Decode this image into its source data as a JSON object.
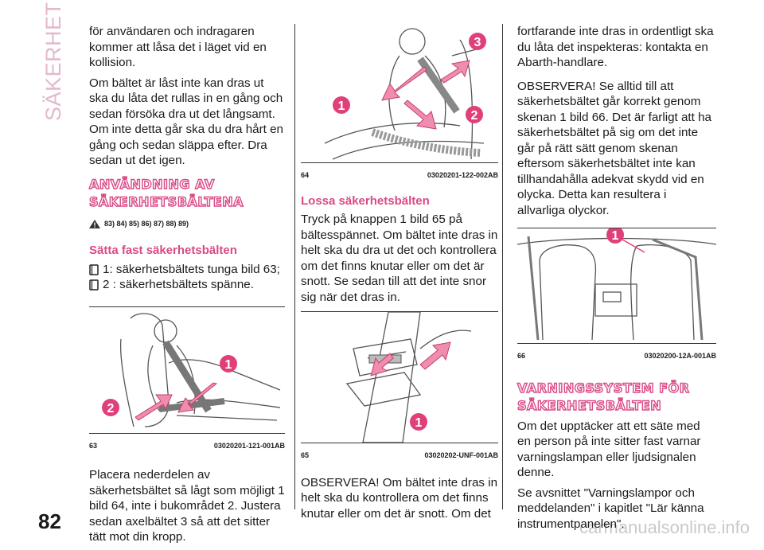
{
  "page": {
    "side_tab": "SÄKERHET",
    "number": "82",
    "watermark": "carmanualsonline.info"
  },
  "col1": {
    "p1": "för användaren och indragaren kommer att låsa det i läget vid en kollision.",
    "p2": "Om bältet är låst inte kan dras ut ska du låta det rullas in en gång och sedan försöka dra ut det långsamt. Om inte detta går ska du dra hårt en gång och sedan släppa efter. Dra sedan ut det igen.",
    "heading_line1": "ANVÄNDNING AV",
    "heading_line2": "SÄKERHETSBÄLTENA",
    "refs": "83) 84) 85) 86) 87) 88) 89)",
    "subheading": "Sätta fast säkerhetsbälten",
    "item1": "1: säkerhetsbältets tunga bild 63;",
    "item2": "2 : säkerhetsbältets spänne.",
    "fig": {
      "number": "63",
      "code": "03020201-121-001AB",
      "labels": [
        "1",
        "2"
      ]
    },
    "p3": "Placera nederdelen av säkerhetsbältet så lågt som möjligt 1 bild 64, inte i bukområdet 2. Justera sedan axelbältet 3 så att det sitter tätt mot din kropp."
  },
  "col2": {
    "fig64": {
      "number": "64",
      "code": "03020201-122-002AB",
      "labels": [
        "1",
        "2",
        "3"
      ]
    },
    "subheading": "Lossa säkerhetsbälten",
    "p1": "Tryck på knappen 1 bild 65 på bältesspännet. Om bältet inte dras in helt ska du dra ut det och kontrollera om det finns knutar eller om det är snott. Se sedan till att det inte snor sig när det dras in.",
    "fig65": {
      "number": "65",
      "code": "03020202-UNF-001AB",
      "labels": [
        "1"
      ]
    },
    "p2": "OBSERVERA! Om bältet inte dras in helt ska du kontrollera om det finns knutar eller om det är snott. Om det"
  },
  "col3": {
    "p1": "fortfarande inte dras in ordentligt ska du låta det inspekteras: kontakta en Abarth-handlare.",
    "p2": "OBSERVERA! Se alltid till att säkerhetsbältet går korrekt genom skenan 1 bild 66. Det är farligt att ha säkerhetsbältet på sig om det inte går på rätt sätt genom skenan eftersom säkerhetsbältet inte kan tillhandahålla adekvat skydd vid en olycka. Detta kan resultera i allvarliga olyckor.",
    "fig66": {
      "number": "66",
      "code": "03020200-12A-001AB",
      "labels": [
        "1"
      ]
    },
    "heading_line1": "VARNINGSSYSTEM FÖR",
    "heading_line2": "SÄKERHETSBÄLTEN",
    "p3": "Om det upptäcker att ett säte med en person på inte sitter fast varnar varningslampan eller ljudsignalen denne.",
    "p4": "Se avsnittet \"Varningslampor och meddelanden\" i kapitlet \"Lär känna instrumentpanelen\"."
  },
  "colors": {
    "accent": "#d94a86",
    "side_tab": "#e2b8ce",
    "badge": "#e0407a"
  }
}
